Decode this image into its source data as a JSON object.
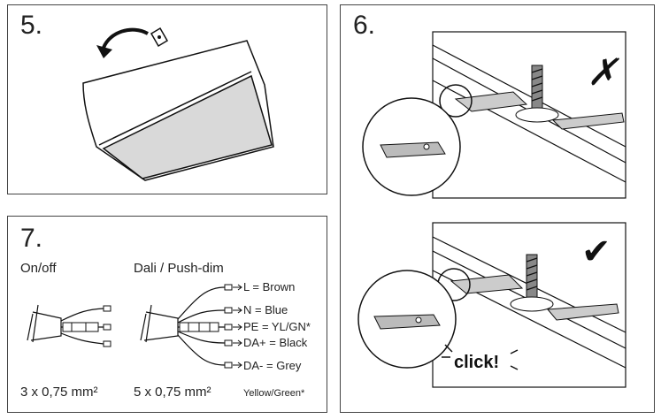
{
  "steps": {
    "s5": "5.",
    "s6": "6.",
    "s7": "7."
  },
  "step7": {
    "onoff_title": "On/off",
    "dali_title": "Dali / Push-dim",
    "onoff_spec": "3 x 0,75 mm²",
    "dali_spec": "5 x 0,75 mm²",
    "wires": [
      "L = Brown",
      "N = Blue",
      "PE = YL/GN*",
      "DA+ = Black",
      "DA- = Grey"
    ],
    "footnote": "Yellow/Green*"
  },
  "step6": {
    "wrong_mark": "✗",
    "right_mark": "✔",
    "click_text": "click!"
  }
}
